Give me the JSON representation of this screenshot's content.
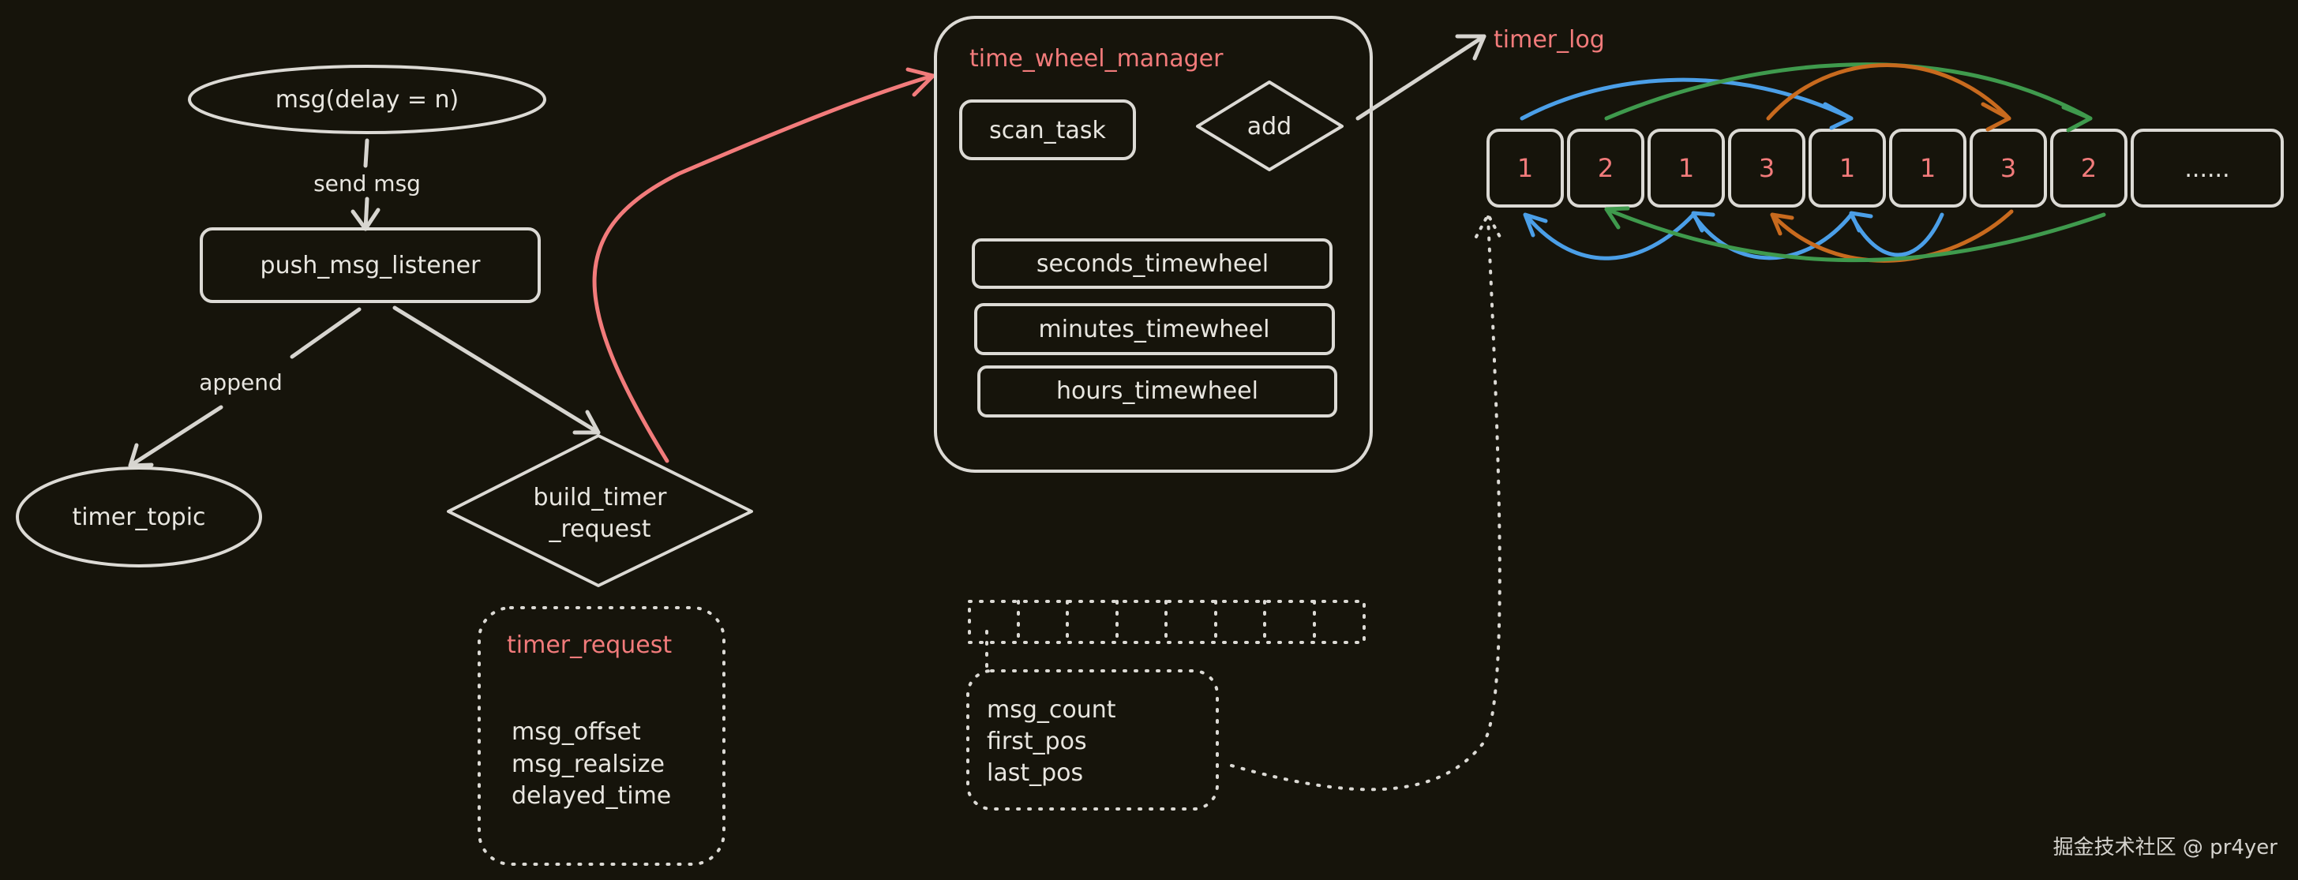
{
  "nodes": {
    "msg": "msg(delay = n)",
    "send_msg": "send msg",
    "push_listener": "push_msg_listener",
    "append": "append",
    "timer_topic": "timer_topic",
    "build_line1": "build_timer",
    "build_line2": "_request",
    "timer_log": "timer_log"
  },
  "timer_request": {
    "title": "timer_request",
    "fields": [
      "msg_offset",
      "msg_realsize",
      "delayed_time"
    ]
  },
  "manager": {
    "title": "time_wheel_manager",
    "scan_task": "scan_task",
    "add": "add",
    "wheels": [
      "seconds_timewheel",
      "minutes_timewheel",
      "hours_timewheel"
    ]
  },
  "slot_meta": [
    "msg_count",
    "first_pos",
    "last_pos"
  ],
  "log_cells": [
    "1",
    "2",
    "1",
    "3",
    "1",
    "1",
    "3",
    "2",
    "......"
  ],
  "colors": {
    "blue": "#4b9fe8",
    "green": "#3f9a4d",
    "orange": "#c86a1e",
    "pink": "#f27b7b"
  },
  "watermark": "掘金技术社区 @ pr4yer"
}
